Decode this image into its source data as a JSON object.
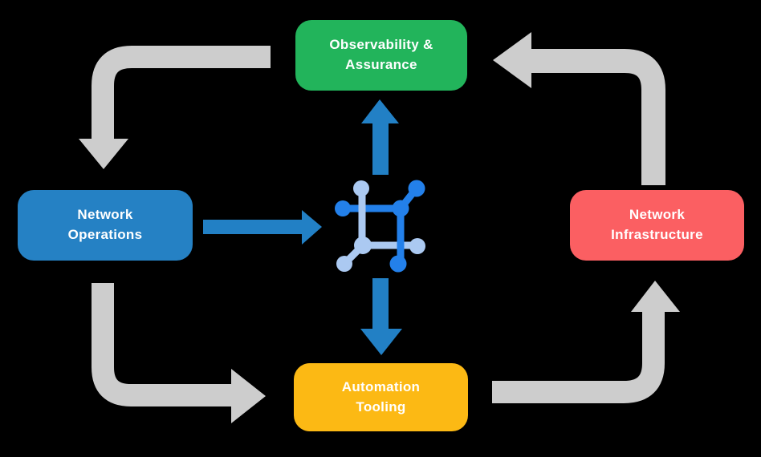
{
  "canvas": {
    "background": "#000000"
  },
  "nodes": {
    "observability": {
      "line1": "Observability &",
      "line2": "Assurance",
      "color": "#22b45b",
      "text_color": "#ffffff"
    },
    "operations": {
      "line1": "Network",
      "line2": "Operations",
      "color": "#2581c4",
      "text_color": "#ffffff"
    },
    "infrastructure": {
      "line1": "Network",
      "line2": "Infrastructure",
      "color": "#fb5f62",
      "text_color": "#ffffff"
    },
    "automation": {
      "line1": "Automation",
      "line2": "Tooling",
      "color": "#fcb914",
      "text_color": "#ffffff"
    }
  },
  "center_icon": {
    "name": "network-chip-icon",
    "dark_blue": "#2380ea",
    "light_blue": "#abc9f1"
  },
  "arrows": {
    "gray_color": "#cdcdcd",
    "blue_color": "#2280c5",
    "edges": [
      {
        "from": "observability",
        "to": "operations",
        "style": "gray-elbow"
      },
      {
        "from": "operations",
        "to": "automation",
        "style": "gray-elbow"
      },
      {
        "from": "automation",
        "to": "infrastructure",
        "style": "gray-elbow"
      },
      {
        "from": "infrastructure",
        "to": "observability",
        "style": "gray-elbow"
      },
      {
        "from": "operations",
        "to": "center-icon",
        "style": "blue-straight"
      },
      {
        "from": "center-icon",
        "to": "observability",
        "style": "blue-straight"
      },
      {
        "from": "center-icon",
        "to": "automation",
        "style": "blue-straight"
      }
    ]
  }
}
